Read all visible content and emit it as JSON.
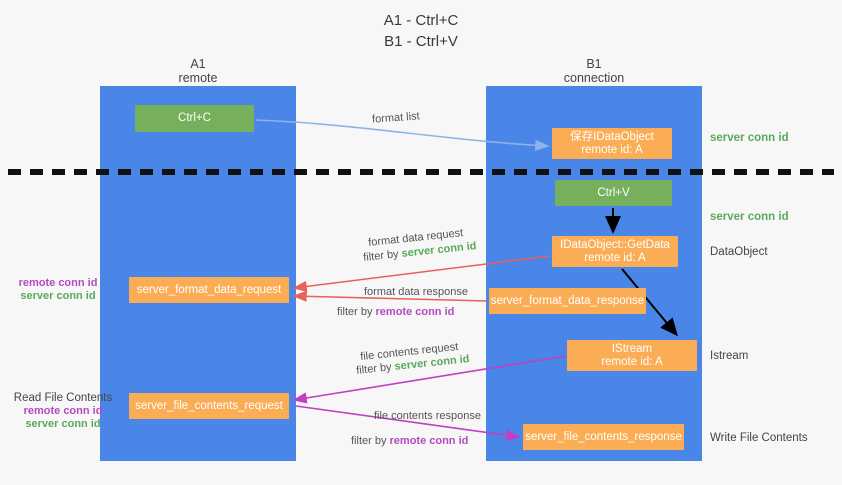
{
  "title": {
    "line1": "A1 - Ctrl+C",
    "line2": "B1 - Ctrl+V"
  },
  "lanes": [
    {
      "id": "a1",
      "name": "A1",
      "role": "remote"
    },
    {
      "id": "b1",
      "name": "B1",
      "role": "connection"
    }
  ],
  "boxes": {
    "ctrl_c": "Ctrl+C",
    "save_idataobject_l1": "保存IDataObject",
    "save_idataobject_l2": "remote id: A",
    "ctrl_v": "Ctrl+V",
    "getdata_l1": "IDataObject::GetData",
    "getdata_l2": "remote id: A",
    "istream_l1": "IStream",
    "istream_l2": "remote id: A",
    "server_format_data_request": "server_format_data_request",
    "server_format_data_response": "server_format_data_response",
    "server_file_contents_request": "server_file_contents_request",
    "server_file_contents_response": "server_file_contents_response"
  },
  "right_notes": {
    "server_conn_id_1": "server conn id",
    "server_conn_id_2": "server conn id",
    "dataobject": "DataObject",
    "istream": "Istream",
    "write_file_contents": "Write File Contents"
  },
  "left_notes": {
    "group1": {
      "remote": "remote conn id",
      "server": "server conn id"
    },
    "read_file_contents": "Read File Contents",
    "group2": {
      "remote": "remote conn id",
      "server": "server conn id"
    }
  },
  "edge_labels": {
    "format_list": "format list",
    "format_data_request": "format data request",
    "format_data_request_filter_prefix": "filter by ",
    "format_data_request_filter_value": "server conn id",
    "format_data_response": "format data response",
    "format_data_response_filter_prefix": "filter by ",
    "format_data_response_filter_value": "remote conn id",
    "file_contents_request": "file contents request",
    "file_contents_request_filter_prefix": "filter by ",
    "file_contents_request_filter_value": "server conn id",
    "file_contents_response": "file contents response",
    "file_contents_response_filter_prefix": "filter by ",
    "file_contents_response_filter_value": "remote conn id"
  },
  "colors": {
    "lane": "#4a86e8",
    "green_box": "#76b05c",
    "orange_box": "#fbad56",
    "green_text": "#5aa95a",
    "purple_text": "#b44ac0",
    "blue_arrow": "#8ab4e8",
    "red_arrow": "#e8615a",
    "magenta_arrow": "#c13fc1",
    "black_arrow": "#000000",
    "background": "#f7f7f7"
  }
}
